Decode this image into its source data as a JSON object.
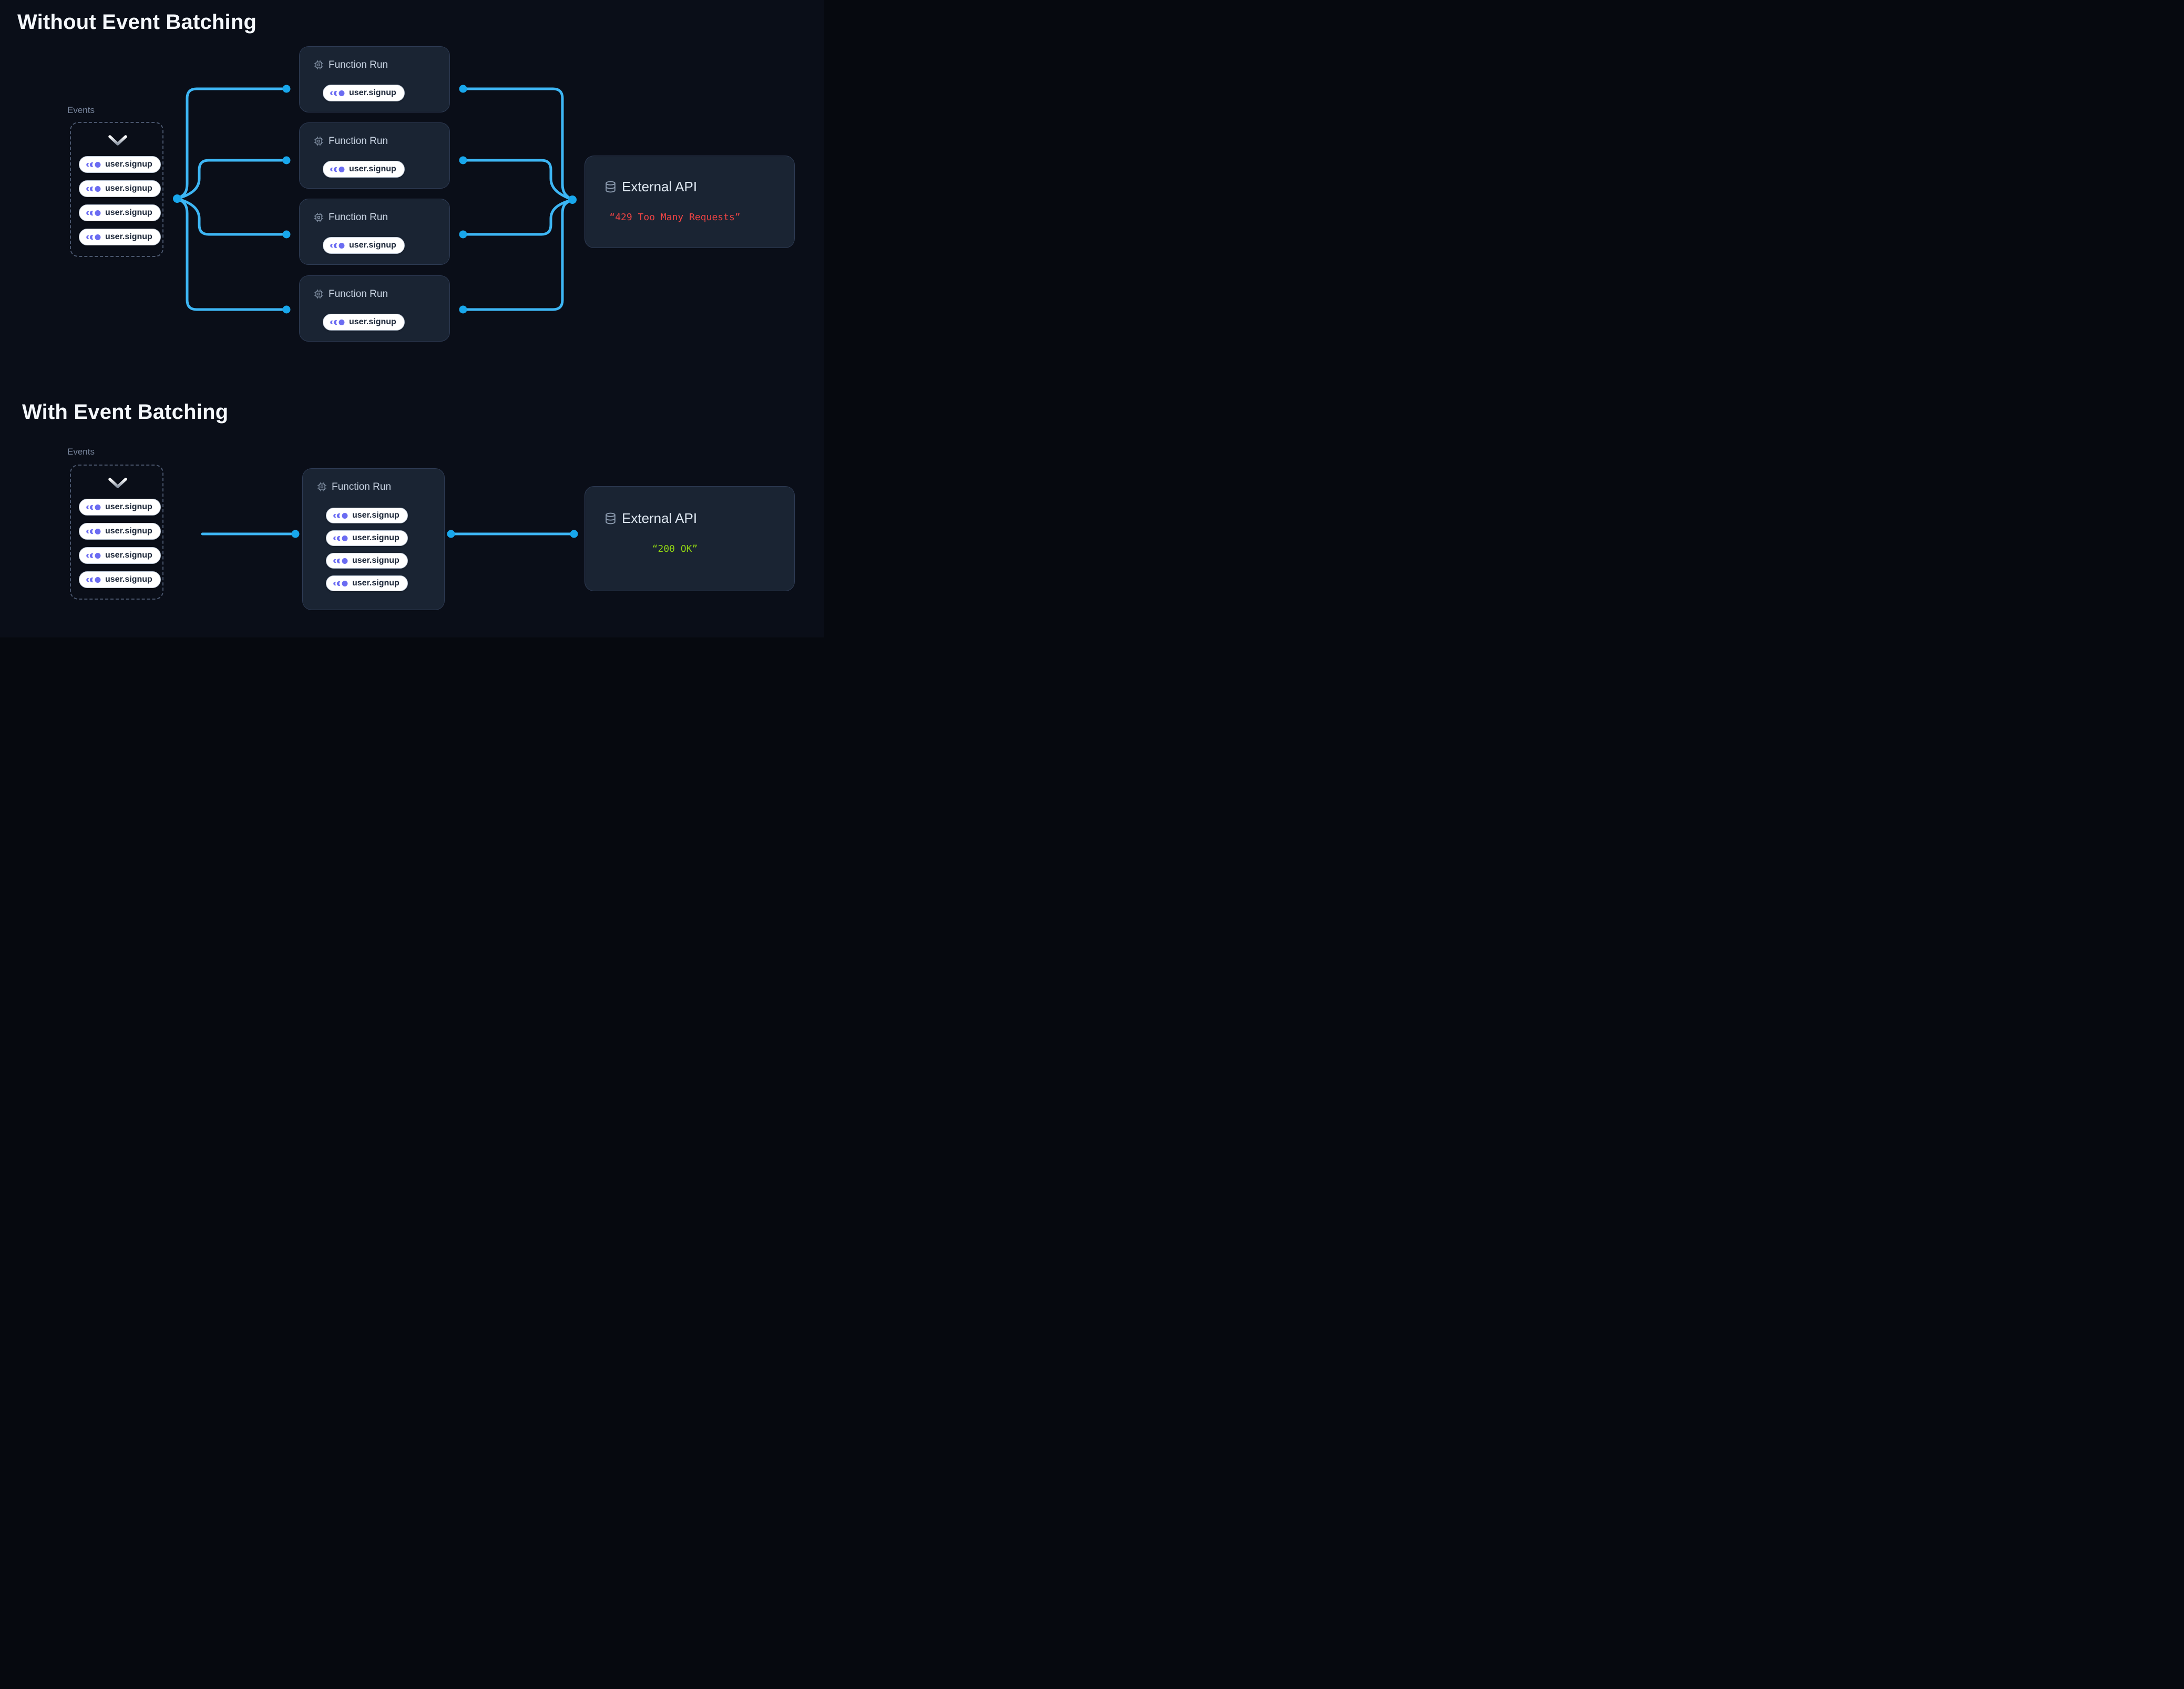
{
  "colors": {
    "background": "#0A0E18",
    "card_background": "#1A2433",
    "card_border": "#2E3B54",
    "connector_line": "#3DB6F4",
    "connector_dot": "#18A7EC",
    "event_icon_indigo": "#6B6CF2",
    "status_error": "#EF4444",
    "status_success": "#8FD313"
  },
  "icons": {
    "events_collapse": "chevron-down",
    "function_run": "cpu-chip",
    "external_api": "database",
    "event_pill": "event-trail"
  },
  "sections": [
    {
      "title": "Without Event Batching",
      "events": {
        "label": "Events",
        "pills": [
          "user.signup",
          "user.signup",
          "user.signup",
          "user.signup"
        ]
      },
      "function_runs": [
        {
          "title": "Function Run",
          "pills": [
            "user.signup"
          ]
        },
        {
          "title": "Function Run",
          "pills": [
            "user.signup"
          ]
        },
        {
          "title": "Function Run",
          "pills": [
            "user.signup"
          ]
        },
        {
          "title": "Function Run",
          "pills": [
            "user.signup"
          ]
        }
      ],
      "external_api": {
        "title": "External API",
        "status": "“429 Too Many Requests”"
      }
    },
    {
      "title": "With Event Batching",
      "events": {
        "label": "Events",
        "pills": [
          "user.signup",
          "user.signup",
          "user.signup",
          "user.signup"
        ]
      },
      "function_runs": [
        {
          "title": "Function Run",
          "pills": [
            "user.signup",
            "user.signup",
            "user.signup",
            "user.signup"
          ]
        }
      ],
      "external_api": {
        "title": "External API",
        "status": "“200 OK”"
      }
    }
  ]
}
